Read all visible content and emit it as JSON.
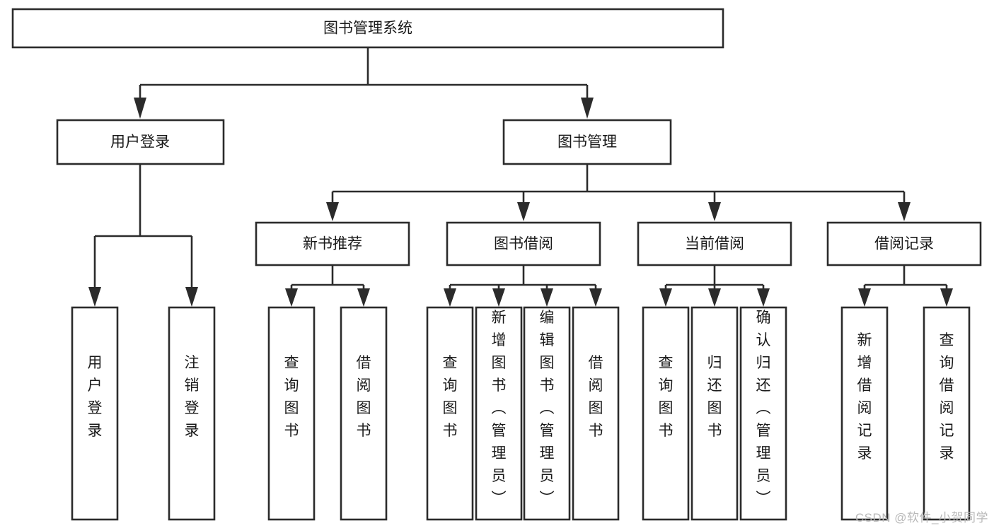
{
  "diagram": {
    "title": "图书管理系统",
    "type": "tree-hierarchy-chart",
    "watermark": "CSDN @软件_小贺同学",
    "colors": {
      "stroke": "#2b2b2b",
      "node_fill": "#ffffff",
      "text": "#1a1a1a",
      "background": "#ffffff",
      "watermark": "#b9b9b9"
    },
    "levels": {
      "level1": [
        {
          "id": "root",
          "label": "图书管理系统",
          "orientation": "horizontal"
        }
      ],
      "level2": [
        {
          "id": "user-login",
          "label": "用户登录",
          "orientation": "horizontal"
        },
        {
          "id": "book-management",
          "label": "图书管理",
          "orientation": "horizontal"
        }
      ],
      "level3": [
        {
          "id": "new-book-recommend",
          "label": "新书推荐",
          "orientation": "horizontal"
        },
        {
          "id": "book-borrow",
          "label": "图书借阅",
          "orientation": "horizontal"
        },
        {
          "id": "current-borrow",
          "label": "当前借阅",
          "orientation": "horizontal"
        },
        {
          "id": "borrow-record",
          "label": "借阅记录",
          "orientation": "horizontal"
        }
      ],
      "level4": [
        {
          "id": "leaf-user-login",
          "label": "用户登录",
          "orientation": "vertical",
          "parent": "user-login"
        },
        {
          "id": "leaf-logout-login",
          "label": "注销登录",
          "orientation": "vertical",
          "parent": "user-login"
        },
        {
          "id": "leaf-query-book-1",
          "label": "查询图书",
          "orientation": "vertical",
          "parent": "new-book-recommend"
        },
        {
          "id": "leaf-borrow-book-1",
          "label": "借阅图书",
          "orientation": "vertical",
          "parent": "new-book-recommend"
        },
        {
          "id": "leaf-query-book-2",
          "label": "查询图书",
          "orientation": "vertical",
          "parent": "book-borrow"
        },
        {
          "id": "leaf-add-book-admin",
          "label": "新增图书（管理员）",
          "orientation": "vertical",
          "parent": "book-borrow"
        },
        {
          "id": "leaf-edit-book-admin",
          "label": "编辑图书（管理员）",
          "orientation": "vertical",
          "parent": "book-borrow"
        },
        {
          "id": "leaf-borrow-book-2",
          "label": "借阅图书",
          "orientation": "vertical",
          "parent": "book-borrow"
        },
        {
          "id": "leaf-query-book-3",
          "label": "查询图书",
          "orientation": "vertical",
          "parent": "current-borrow"
        },
        {
          "id": "leaf-return-book",
          "label": "归还图书",
          "orientation": "vertical",
          "parent": "current-borrow"
        },
        {
          "id": "leaf-confirm-return-admin",
          "label": "确认归还（管理员）",
          "orientation": "vertical",
          "parent": "current-borrow"
        },
        {
          "id": "leaf-add-borrow-record",
          "label": "新增借阅记录",
          "orientation": "vertical",
          "parent": "borrow-record"
        },
        {
          "id": "leaf-query-borrow-record",
          "label": "查询借阅记录",
          "orientation": "vertical",
          "parent": "borrow-record"
        }
      ]
    }
  }
}
